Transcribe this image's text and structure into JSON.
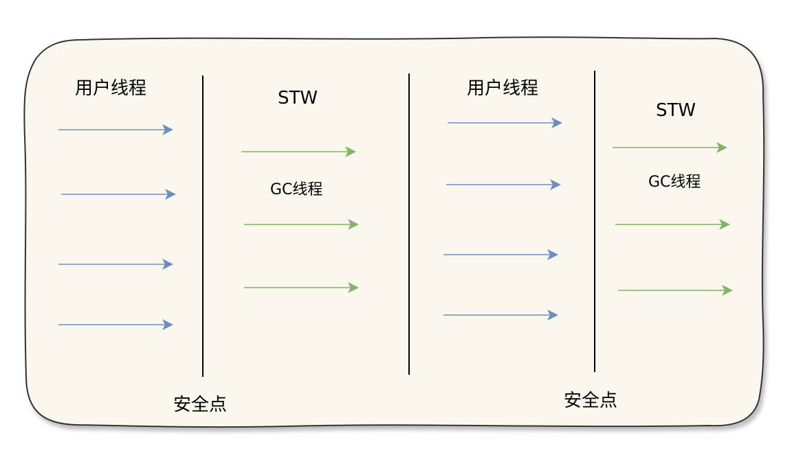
{
  "diagram": {
    "panel_color": "#f9f7ee",
    "border_color": "#333333",
    "divider_color": "#000000",
    "user_arrow_color": "#6c8ebf",
    "gc_arrow_color": "#82b366",
    "labels": {
      "user_thread_1": "用户线程",
      "stw_1": "STW",
      "gc_thread_1": "GC线程",
      "safepoint_1": "安全点",
      "user_thread_2": "用户线程",
      "stw_2": "STW",
      "gc_thread_2": "GC线程",
      "safepoint_2": "安全点"
    }
  }
}
